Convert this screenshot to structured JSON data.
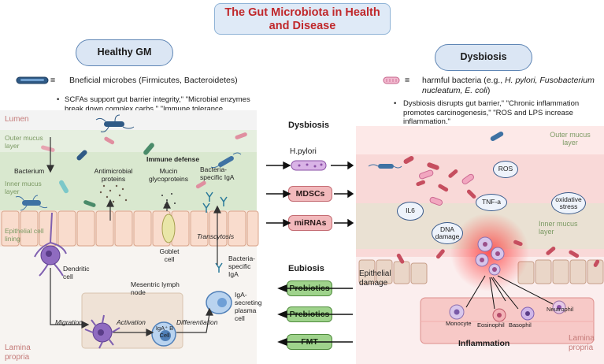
{
  "title": "The Gut Microbiota in Health and Disease",
  "healthy": {
    "header": "Healthy GM",
    "legend_symbol": "=",
    "legend_text": "Bneficial microbes (Firmicutes, Bacteroidetes)",
    "bullet": "SCFAs support gut barrier integrity,\" \"Microbial enzymes break down complex carbs,\" \"Immune tolerance",
    "labels": {
      "lumen": "Lumen",
      "outer_mucus": "Outer mucus layer",
      "bacterium": "Bacterium",
      "inner_mucus": "Inner mucus layer",
      "epithelial": "Epithelial cell lining",
      "immune_defense": "Immune defense",
      "antimicrobial": "Antimicrobial proteins",
      "mucin": "Mucin glycoproteins",
      "bacteria_iga_top": "Bacteria-specific IgA",
      "transcytosis": "Transcytosis",
      "goblet": "Goblet cell",
      "dendritic": "Dendritic cell",
      "bacteria_iga_bottom": "Bacteria-specific IgA",
      "mesentric": "Mesentric lymph node",
      "igab": "IgA⁺ B Cell",
      "iga_plasma": "IgA-secreting plasma cell",
      "migration": "Migration",
      "activation": "Activation",
      "differentiation": "Differentiation",
      "lamina": "Lamina propria"
    }
  },
  "middle": {
    "dysbiosis_header": "Dysbiosis",
    "dysbiosis_items": [
      "H.pylori",
      "MDSCs",
      "miRNAs"
    ],
    "eubiosis_header": "Eubiosis",
    "eubiosis_items": [
      "Probiotics",
      "Prebiotics",
      "FMT"
    ]
  },
  "dysbiosis": {
    "header": "Dysbiosis",
    "legend_symbol": "=",
    "legend_text_prefix": "harmful bacteria (e.g., ",
    "legend_text_italic": "H. pylori, Fusobacterium nucleatum, E. coli",
    "legend_text_suffix": ")",
    "bullet": "Dysbiosis disrupts gut barrier,\" \"Chronic inflammation promotes carcinogenesis,\" \"ROS and LPS increase inflammation.\"",
    "labels": {
      "outer_mucus": "Outer mucus layer",
      "inner_mucus": "Inner mucus layer",
      "ros": "ROS",
      "tnf": "TNF-a",
      "oxidative": "oxidative stress",
      "il6": "IL6",
      "dna": "DNA damage",
      "epithelial_damage": "Epithelial damage",
      "monocyte": "Monocyte",
      "eosinophil": "Eosinophil",
      "basophil": "Basophil",
      "neutrophil": "Neutrophil",
      "inflammation": "Inflammation",
      "lamina": "Lamina propria"
    }
  },
  "colors": {
    "title_red": "#c0282b",
    "healthy_green": "#e4efdc",
    "dysbiosis_pink": "#fbe3e2",
    "probiotic_green": "#9fd38c",
    "pathogen_pink": "#f2b9bc"
  }
}
